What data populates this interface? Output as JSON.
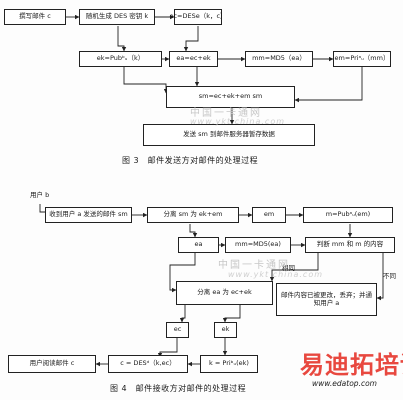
{
  "fig3": {
    "user_label": "",
    "nodes": {
      "write": "撰写邮件 c",
      "gen_key": "随机生成 DES 密钥 k",
      "ec": "ec=DESe（k，c）",
      "ek": "ek=Pubᵇᵤ（k）",
      "ea": "ea=ec+ek",
      "mm": "mm=MD5（ea）",
      "em": "em=Priᵃᵤ（mm）",
      "sm": "sm=ec+ek+em sm",
      "send": "发送 sm 到邮件服务器暂存数据"
    },
    "caption": "图 3　邮件发送方对邮件的处理过程"
  },
  "fig4": {
    "user_label": "用户 b",
    "nodes": {
      "receive": "收到用户 a 发送的邮件 sm",
      "split1": "分离 sm 为 ek+em",
      "em": "em",
      "m": "m=Pubᵃᵤ(em)",
      "ea": "ea",
      "mm": "mm=MD5(ea)",
      "judge": "判断 mm 和 m 的内容",
      "warn": "邮件内容已被更改，丢弃；并通知用户 a",
      "split2": "分离 ea 为 ec+ek",
      "ec": "ec",
      "ek": "ek",
      "read": "用户阅读邮件 c",
      "c": "c = DESᵈ（k,ec）",
      "k": "k = Priᵇᵤ(ek)"
    },
    "edge_labels": {
      "same": "相同",
      "different": "不同"
    },
    "caption": "图 4　邮件接收方对邮件的处理过程"
  },
  "watermark": {
    "top_text": "中国一卡通网",
    "top_url": "www.ykt china.com",
    "bottom_text": "中国一卡通网",
    "bottom_url": "www.ykt china.com"
  },
  "brand": {
    "name": "易迪拓培训",
    "url": "www.edatop.com",
    "color": "#e8483f"
  }
}
